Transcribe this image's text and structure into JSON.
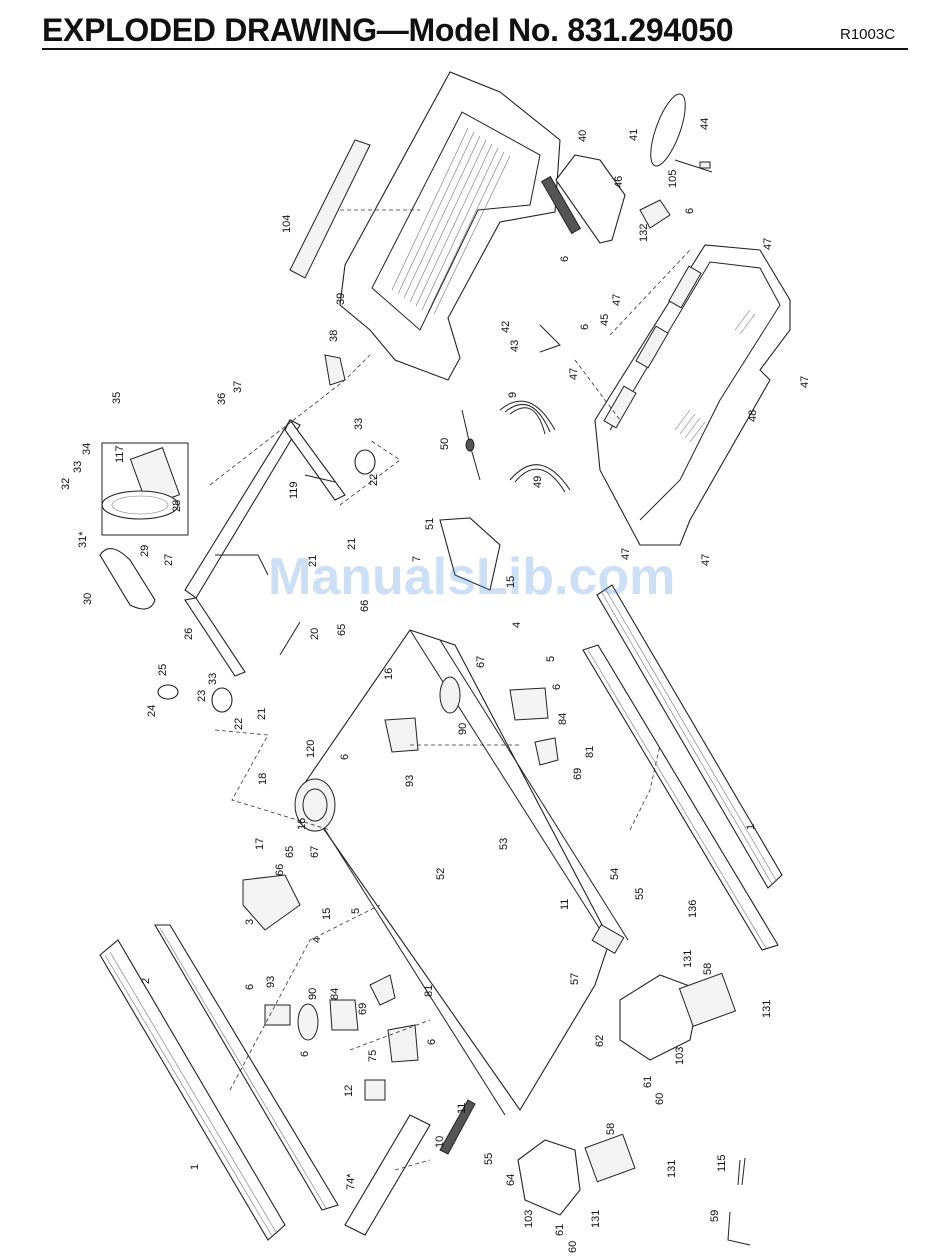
{
  "header": {
    "title": "EXPLODED DRAWING—Model No. 831.294050",
    "code": "R1003C"
  },
  "watermark": "ManualsLib.com",
  "callouts": [
    {
      "id": "c-1a",
      "text": "1"
    },
    {
      "id": "c-1b",
      "text": "1"
    },
    {
      "id": "c-2",
      "text": "2"
    },
    {
      "id": "c-3",
      "text": "3"
    },
    {
      "id": "c-4a",
      "text": "4"
    },
    {
      "id": "c-4b",
      "text": "4"
    },
    {
      "id": "c-5a",
      "text": "5"
    },
    {
      "id": "c-5b",
      "text": "5"
    },
    {
      "id": "c-6a",
      "text": "6"
    },
    {
      "id": "c-6b",
      "text": "6"
    },
    {
      "id": "c-6c",
      "text": "6"
    },
    {
      "id": "c-6d",
      "text": "6"
    },
    {
      "id": "c-6e",
      "text": "6"
    },
    {
      "id": "c-6f",
      "text": "6"
    },
    {
      "id": "c-6g",
      "text": "6"
    },
    {
      "id": "c-6h",
      "text": "6"
    },
    {
      "id": "c-7",
      "text": "7"
    },
    {
      "id": "c-9",
      "text": "9"
    },
    {
      "id": "c-10",
      "text": "10"
    },
    {
      "id": "c-11a",
      "text": "11"
    },
    {
      "id": "c-11b",
      "text": "11"
    },
    {
      "id": "c-12",
      "text": "12"
    },
    {
      "id": "c-15a",
      "text": "15"
    },
    {
      "id": "c-15b",
      "text": "15"
    },
    {
      "id": "c-16a",
      "text": "16"
    },
    {
      "id": "c-16b",
      "text": "16"
    },
    {
      "id": "c-17",
      "text": "17"
    },
    {
      "id": "c-18",
      "text": "18"
    },
    {
      "id": "c-20",
      "text": "20"
    },
    {
      "id": "c-21a",
      "text": "21"
    },
    {
      "id": "c-21b",
      "text": "21"
    },
    {
      "id": "c-21c",
      "text": "21"
    },
    {
      "id": "c-22a",
      "text": "22"
    },
    {
      "id": "c-22b",
      "text": "22"
    },
    {
      "id": "c-23",
      "text": "23"
    },
    {
      "id": "c-24",
      "text": "24"
    },
    {
      "id": "c-25",
      "text": "25"
    },
    {
      "id": "c-26",
      "text": "26"
    },
    {
      "id": "c-27",
      "text": "27"
    },
    {
      "id": "c-28",
      "text": "28"
    },
    {
      "id": "c-29",
      "text": "29"
    },
    {
      "id": "c-30",
      "text": "30"
    },
    {
      "id": "c-31",
      "text": "31*"
    },
    {
      "id": "c-32",
      "text": "32"
    },
    {
      "id": "c-33a",
      "text": "33"
    },
    {
      "id": "c-33b",
      "text": "33"
    },
    {
      "id": "c-33c",
      "text": "33"
    },
    {
      "id": "c-34",
      "text": "34"
    },
    {
      "id": "c-35",
      "text": "35"
    },
    {
      "id": "c-36",
      "text": "36"
    },
    {
      "id": "c-37",
      "text": "37"
    },
    {
      "id": "c-38",
      "text": "38"
    },
    {
      "id": "c-39",
      "text": "39"
    },
    {
      "id": "c-40",
      "text": "40"
    },
    {
      "id": "c-41",
      "text": "41"
    },
    {
      "id": "c-42",
      "text": "42"
    },
    {
      "id": "c-43",
      "text": "43"
    },
    {
      "id": "c-44",
      "text": "44"
    },
    {
      "id": "c-45",
      "text": "45"
    },
    {
      "id": "c-46",
      "text": "46"
    },
    {
      "id": "c-47a",
      "text": "47"
    },
    {
      "id": "c-47b",
      "text": "47"
    },
    {
      "id": "c-47c",
      "text": "47"
    },
    {
      "id": "c-47d",
      "text": "47"
    },
    {
      "id": "c-47e",
      "text": "47"
    },
    {
      "id": "c-47f",
      "text": "47"
    },
    {
      "id": "c-48",
      "text": "48"
    },
    {
      "id": "c-49",
      "text": "49"
    },
    {
      "id": "c-50",
      "text": "50"
    },
    {
      "id": "c-51",
      "text": "51"
    },
    {
      "id": "c-52",
      "text": "52"
    },
    {
      "id": "c-53",
      "text": "53"
    },
    {
      "id": "c-54",
      "text": "54"
    },
    {
      "id": "c-55a",
      "text": "55"
    },
    {
      "id": "c-55b",
      "text": "55"
    },
    {
      "id": "c-57",
      "text": "57"
    },
    {
      "id": "c-58a",
      "text": "58"
    },
    {
      "id": "c-58b",
      "text": "58"
    },
    {
      "id": "c-59",
      "text": "59"
    },
    {
      "id": "c-60a",
      "text": "60"
    },
    {
      "id": "c-60b",
      "text": "60"
    },
    {
      "id": "c-61a",
      "text": "61"
    },
    {
      "id": "c-61b",
      "text": "61"
    },
    {
      "id": "c-62",
      "text": "62"
    },
    {
      "id": "c-64",
      "text": "64"
    },
    {
      "id": "c-65a",
      "text": "65"
    },
    {
      "id": "c-65b",
      "text": "65"
    },
    {
      "id": "c-66a",
      "text": "66"
    },
    {
      "id": "c-66b",
      "text": "66"
    },
    {
      "id": "c-67a",
      "text": "67"
    },
    {
      "id": "c-67b",
      "text": "67"
    },
    {
      "id": "c-69a",
      "text": "69"
    },
    {
      "id": "c-69b",
      "text": "69"
    },
    {
      "id": "c-74",
      "text": "74*"
    },
    {
      "id": "c-75",
      "text": "75"
    },
    {
      "id": "c-81a",
      "text": "81"
    },
    {
      "id": "c-81b",
      "text": "81"
    },
    {
      "id": "c-84a",
      "text": "84"
    },
    {
      "id": "c-84b",
      "text": "84"
    },
    {
      "id": "c-90a",
      "text": "90"
    },
    {
      "id": "c-90b",
      "text": "90"
    },
    {
      "id": "c-93a",
      "text": "93"
    },
    {
      "id": "c-93b",
      "text": "93"
    },
    {
      "id": "c-103a",
      "text": "103"
    },
    {
      "id": "c-103b",
      "text": "103"
    },
    {
      "id": "c-104",
      "text": "104"
    },
    {
      "id": "c-105",
      "text": "105"
    },
    {
      "id": "c-115",
      "text": "115"
    },
    {
      "id": "c-117",
      "text": "117"
    },
    {
      "id": "c-119",
      "text": "119"
    },
    {
      "id": "c-120",
      "text": "120"
    },
    {
      "id": "c-131a",
      "text": "131"
    },
    {
      "id": "c-131b",
      "text": "131"
    },
    {
      "id": "c-131c",
      "text": "131"
    },
    {
      "id": "c-131d",
      "text": "131"
    },
    {
      "id": "c-132",
      "text": "132"
    },
    {
      "id": "c-136",
      "text": "136"
    }
  ]
}
